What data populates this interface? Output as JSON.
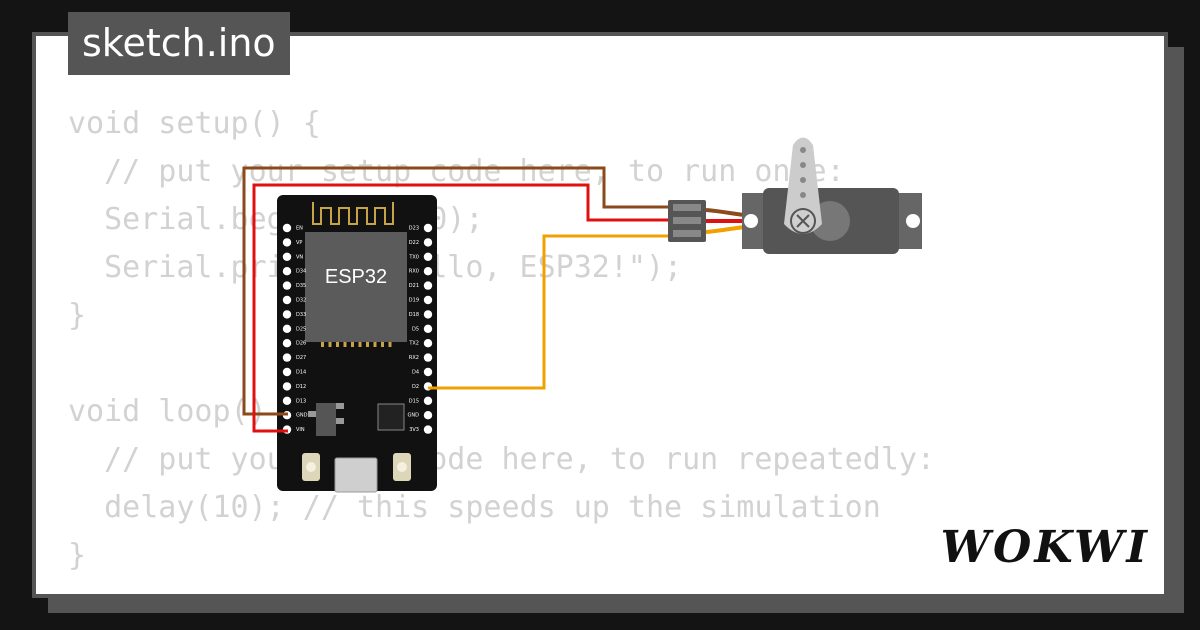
{
  "file": {
    "name": "sketch.ino"
  },
  "code_lines": [
    "void setup() {",
    "  // put your setup code here, to run once:",
    "  Serial.begin(115200);",
    "  Serial.println(\"Hello, ESP32!\");",
    "}",
    "",
    "void loop() {",
    "  // put your main code here, to run repeatedly:",
    "  delay(10); // this speeds up the simulation",
    "}"
  ],
  "board": {
    "chip_label": "ESP32",
    "left_pins": [
      "EN",
      "VP",
      "VN",
      "D34",
      "D35",
      "D32",
      "D33",
      "D25",
      "D26",
      "D27",
      "D14",
      "D12",
      "D13",
      "GND",
      "VIN"
    ],
    "right_pins": [
      "D23",
      "D22",
      "TX0",
      "RX0",
      "D21",
      "D19",
      "D18",
      "D5",
      "TX2",
      "RX2",
      "D4",
      "D2",
      "D15",
      "GND",
      "3V3"
    ]
  },
  "colors": {
    "wire_brown": "#8b4a1c",
    "wire_red": "#e01010",
    "wire_orange": "#f0a000",
    "board": "#111111",
    "servo": "#666666"
  },
  "brand": {
    "logo_text": "WOKWI"
  }
}
